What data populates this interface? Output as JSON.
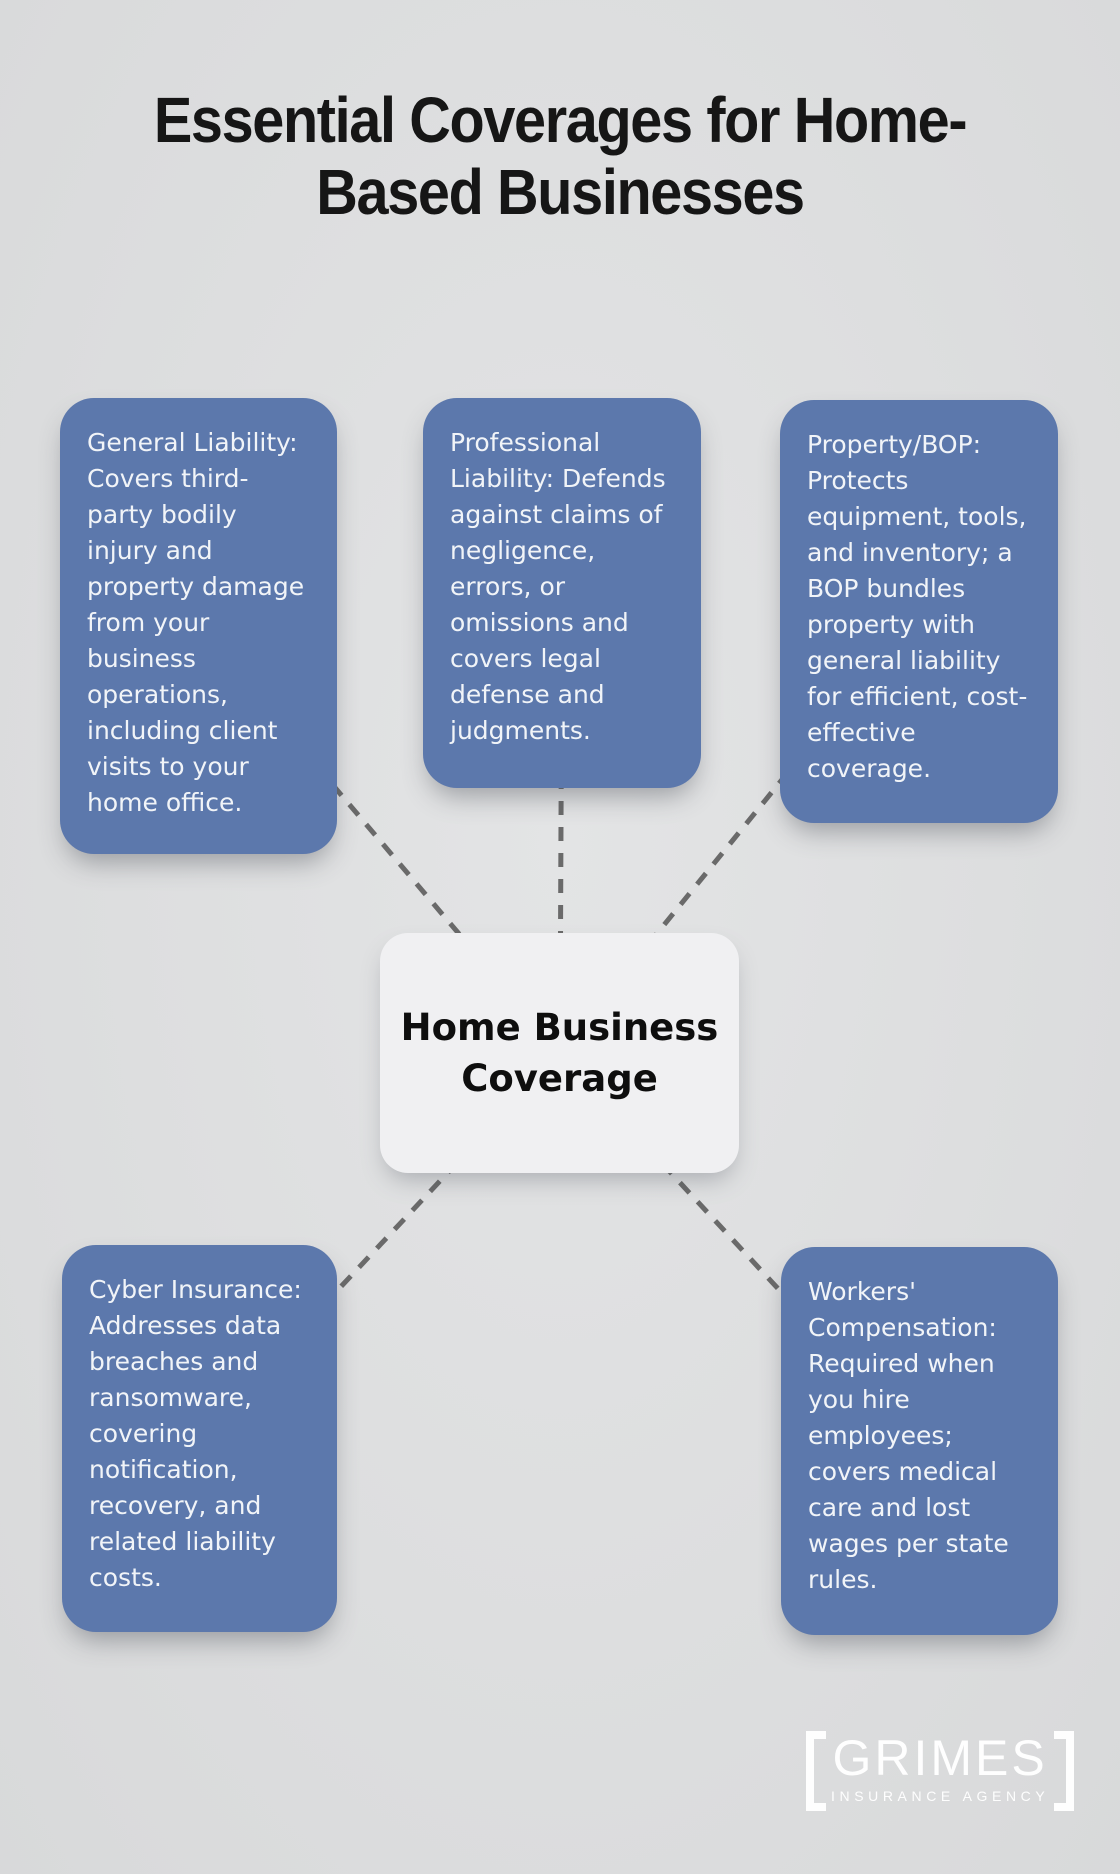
{
  "title": "Essential Coverages for Home-\nBased Businesses",
  "colors": {
    "background": "#dedfe0",
    "node_blue": "#5c78ac",
    "node_text": "#f1f4f8",
    "center_bg": "#f0f0f2",
    "center_text": "#0e0e0e",
    "connector": "#6a6a6a",
    "title_text": "#161616",
    "logo_white": "#ffffff"
  },
  "diagram": {
    "center_label": "Home Business\nCoverage",
    "connector_color": "#6a6a6a",
    "nodes": [
      {
        "text": "General Liability:\nCovers third-\nparty bodily\ninjury and\nproperty damage\nfrom your\nbusiness\noperations,\nincluding client\nvisits to your\nhome office."
      },
      {
        "text": "Professional\nLiability: Defends\nagainst claims of\nnegligence,\nerrors, or\nomissions and\ncovers legal\ndefense and\njudgments."
      },
      {
        "text": "Property/BOP:\nProtects\nequipment, tools,\nand inventory; a\nBOP bundles\nproperty with\ngeneral liability\nfor efficient, cost-\neffective\ncoverage."
      },
      {
        "text": "Cyber Insurance:\nAddresses data\nbreaches and\nransomware,\ncovering\nnotification,\nrecovery, and\nrelated liability\ncosts."
      },
      {
        "text": "Workers'\nCompensation:\nRequired when\nyou hire\nemployees;\ncovers medical\ncare and lost\nwages per state\nrules."
      }
    ]
  },
  "logo": {
    "name": "GRIMES",
    "subtitle": "INSURANCE AGENCY"
  }
}
